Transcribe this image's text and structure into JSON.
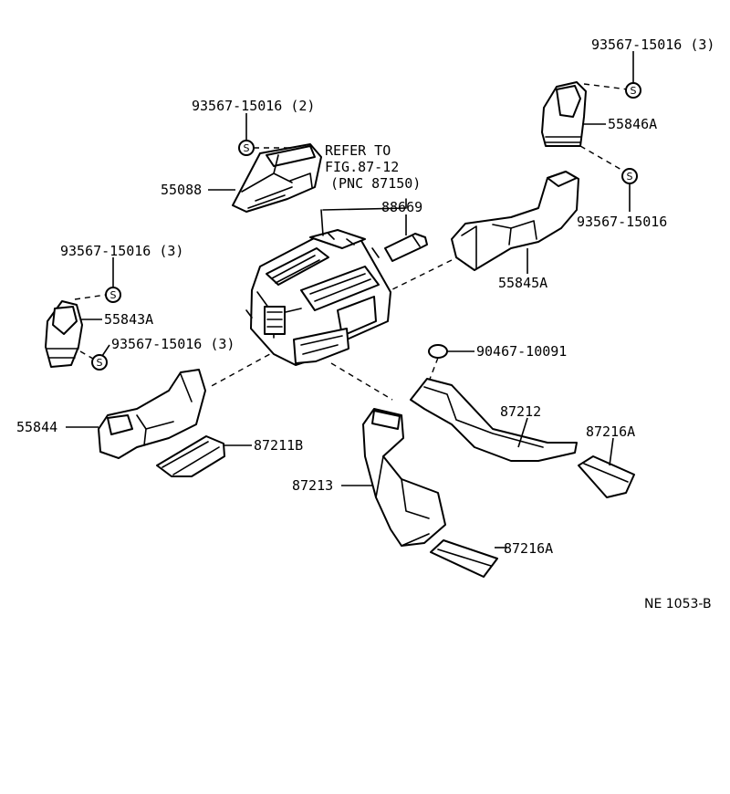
{
  "labels": {
    "bolt_top_right": "93567-15016 (3)",
    "bolt_upper_left": "93567-15016 (2)",
    "refer_line1": "REFER TO",
    "refer_line2": "FIG.87-12",
    "refer_line3": "(PNC 87150)",
    "p55846A": "55846A",
    "p55088": "55088",
    "p88669": "88669",
    "bolt_right_mid": "93567-15016",
    "bolt_left": "93567-15016 (3)",
    "p55845A": "55845A",
    "p55843A": "55843A",
    "bolt_left_lower": "93567-15016 (3)",
    "p90467": "90467-10091",
    "p87212": "87212",
    "p55844": "55844",
    "p87216A_right": "87216A",
    "p87211B": "87211B",
    "p87213": "87213",
    "p87216A_lower": "87216A",
    "diagram_code": "NE 1053-B"
  },
  "symbols": {
    "screw_mark": "S"
  }
}
